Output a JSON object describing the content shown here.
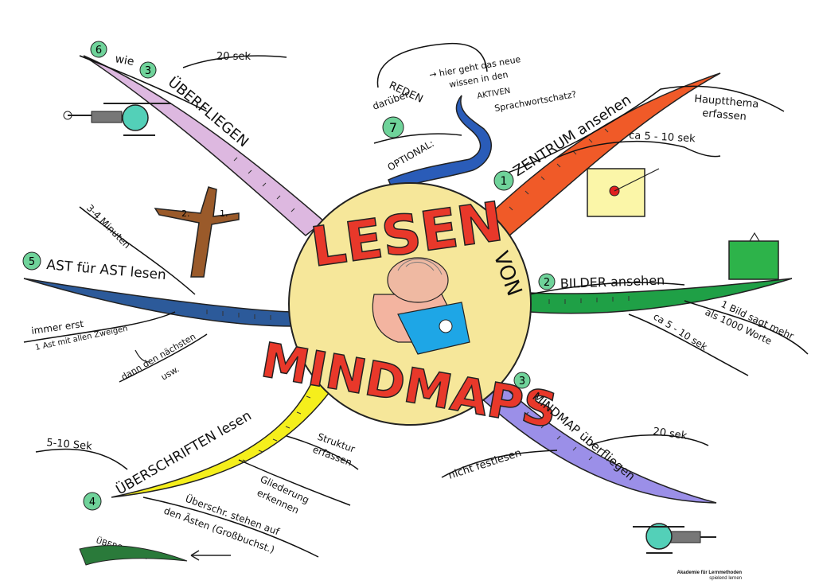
{
  "center": {
    "title": "LESEN",
    "von": "VON",
    "subtitle": "MINDMAPS"
  },
  "branches": [
    {
      "number": "1",
      "label": "ZENTRUM ansehen",
      "notes": [
        "Hauptthema",
        "erfassen",
        "ca 5 - 10 sek"
      ]
    },
    {
      "number": "2",
      "label": "BILDER ansehen",
      "notes": [
        "1 Bild sagt mehr",
        "als 1000 Worte",
        "ca 5 - 10 sek"
      ]
    },
    {
      "number": "3",
      "label": "MINDMAP überfliegen",
      "notes": [
        "20 sek.",
        "nicht festlesen"
      ]
    },
    {
      "number": "4",
      "label": "ÜBERSCHRIFTEN lesen",
      "notes": [
        "5-10 Sek",
        "Struktur",
        "erfassen",
        "Gliederung",
        "erkennen",
        "Überschr. stehen auf",
        "den Ästen (Großbuchst.)",
        "ÜBERSCHRIFT"
      ]
    },
    {
      "number": "5",
      "label": "AST für AST lesen",
      "notes": [
        "3-4 Minuten",
        "immer erst",
        "1 Ast mit allen Zweigen",
        "dann den nächsten",
        "usw."
      ]
    },
    {
      "number": "6",
      "label": "ÜBERFLIEGEN",
      "prefix": "wie",
      "ref": "3",
      "notes": [
        "20 sek"
      ]
    },
    {
      "number": "7",
      "label": "REDEN",
      "sub": "darüber",
      "opt": "OPTIONAL:",
      "notes": [
        "→ hier geht das neue",
        "wissen in den",
        "AKTIVEN",
        "Sprachwortschatz?"
      ]
    }
  ],
  "tree_labels": [
    "2.",
    "1."
  ],
  "footer": {
    "line1": "Akademie für Lernmethoden",
    "line2": "spielend lernen"
  },
  "colors": {
    "center_fill": "#f6e79a",
    "title_red": "#e8382a",
    "branch1": "#f05a28",
    "branch2": "#1fa046",
    "branch3": "#9b8fe8",
    "branch4": "#f5ef1c",
    "branch5": "#2c5a9a",
    "branch6": "#ddb8e0",
    "branch7": "#2a5cb8",
    "number_circle": "#6fd39a"
  }
}
